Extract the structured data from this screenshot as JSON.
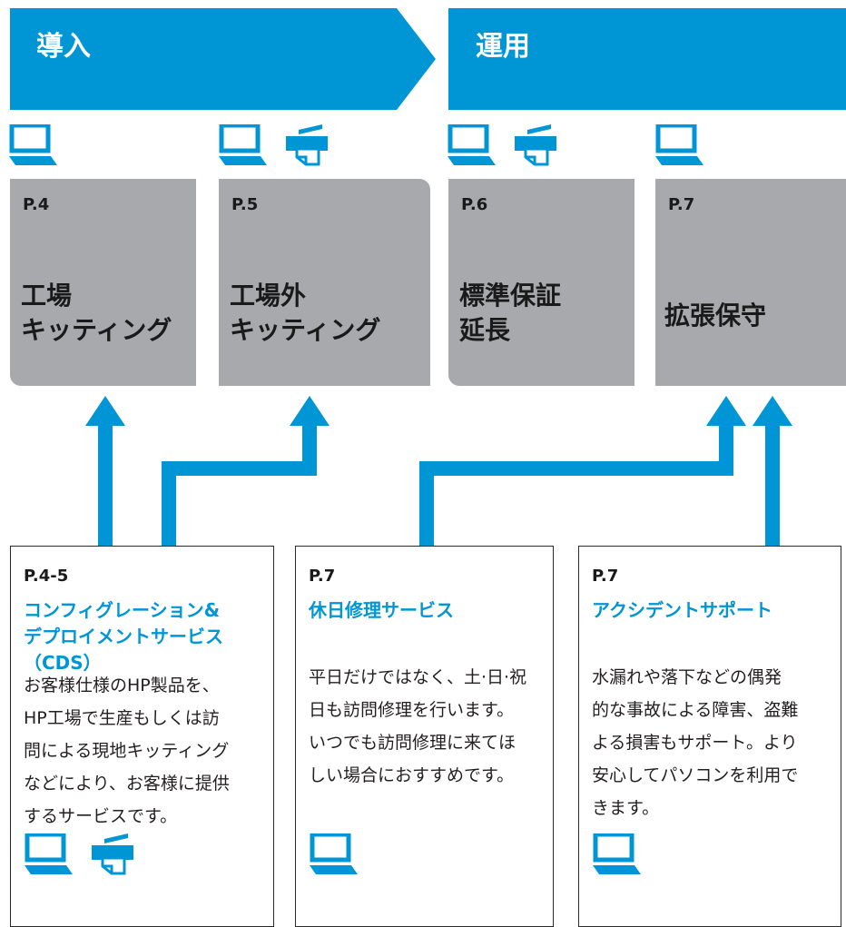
{
  "colors": {
    "accent": "#0096d6",
    "card_gray": "#a7a9ac",
    "text": "#1a1a1a"
  },
  "phases": [
    {
      "label": "導入"
    },
    {
      "label": "運用"
    }
  ],
  "cards": [
    {
      "page": "P.4",
      "title": "工場\nキッティング",
      "icons": [
        "laptop-icon"
      ]
    },
    {
      "page": "P.5",
      "title": "工場外\nキッティング",
      "icons": [
        "laptop-icon",
        "printer-icon"
      ]
    },
    {
      "page": "P.6",
      "title": "標準保証\n延長",
      "icons": [
        "laptop-icon",
        "printer-icon"
      ]
    },
    {
      "page": "P.7",
      "title": "拡張保守",
      "icons": [
        "laptop-icon"
      ]
    }
  ],
  "services": [
    {
      "page": "P.4-5",
      "title": "コンフィグレーション&\nデプロイメントサービス\n（CDS）",
      "description": "お客様仕様のHP製品を、\nHP工場で生産もしくは訪\n問による現地キッティング\nなどにより、お客様に提供\nするサービスです。",
      "icons": [
        "laptop-icon",
        "printer-icon"
      ]
    },
    {
      "page": "P.7",
      "title": "休日修理サービス",
      "description": "平日だけではなく、土·日·祝\n日も訪問修理を行います。\nいつでも訪問修理に来てほ\nしい場合におすすめです。",
      "icons": [
        "laptop-icon"
      ]
    },
    {
      "page": "P.7",
      "title": "アクシデントサポート",
      "description": "水漏れや落下などの偶発\n的な事故による障害、盗難\nよる損害もサポート。より\n安心してパソコンを利用で\nきます。",
      "icons": [
        "laptop-icon"
      ]
    }
  ]
}
